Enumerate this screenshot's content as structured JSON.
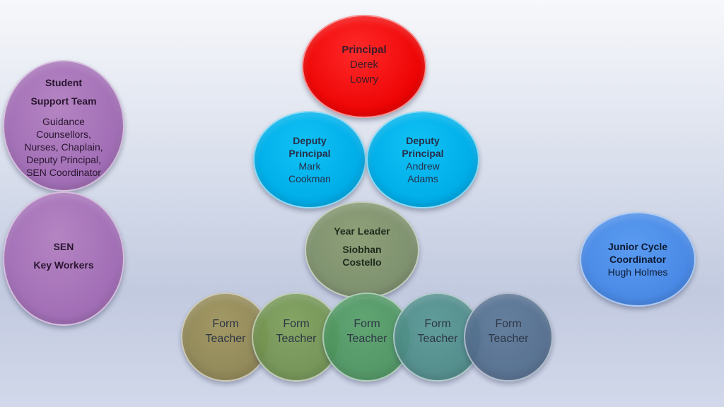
{
  "principal": {
    "role": "Principal",
    "name_line1": "Derek",
    "name_line2": "Lowry",
    "color": "#ee0505"
  },
  "deputies": [
    {
      "role_line1": "Deputy",
      "role_line2": "Principal",
      "name_line1": "Mark",
      "name_line2": "Cookman",
      "color": "#00ade8"
    },
    {
      "role_line1": "Deputy",
      "role_line2": "Principal",
      "name_line1": "Andrew",
      "name_line2": "Adams",
      "color": "#00ade8"
    }
  ],
  "year_leader": {
    "role": "Year Leader",
    "name_line1": "Siobhan",
    "name_line2": "Costello",
    "color": "#7f9270"
  },
  "form_teachers": [
    {
      "line1": "Form",
      "line2": "Teacher",
      "color": "#857b4a"
    },
    {
      "line1": "Form",
      "line2": "Teacher",
      "color": "#678848"
    },
    {
      "line1": "Form",
      "line2": "Teacher",
      "color": "#438b57"
    },
    {
      "line1": "Form",
      "line2": "Teacher",
      "color": "#44807e"
    },
    {
      "line1": "Form",
      "line2": "Teacher",
      "color": "#4a6484"
    }
  ],
  "student_support": {
    "title_line1": "Student",
    "title_line2": "Support Team",
    "members": [
      "Guidance",
      "Counsellors,",
      "Nurses, Chaplain,",
      "Deputy Principal,",
      "SEN Coordinator"
    ],
    "color": "#a26fb6"
  },
  "sen": {
    "line1": "SEN",
    "line2": "Key Workers",
    "color": "#a26fb6"
  },
  "junior_cycle": {
    "role_line1": "Junior Cycle",
    "role_line2": "Coordinator",
    "name": "Hugh Holmes",
    "color": "#4a8ae6"
  }
}
